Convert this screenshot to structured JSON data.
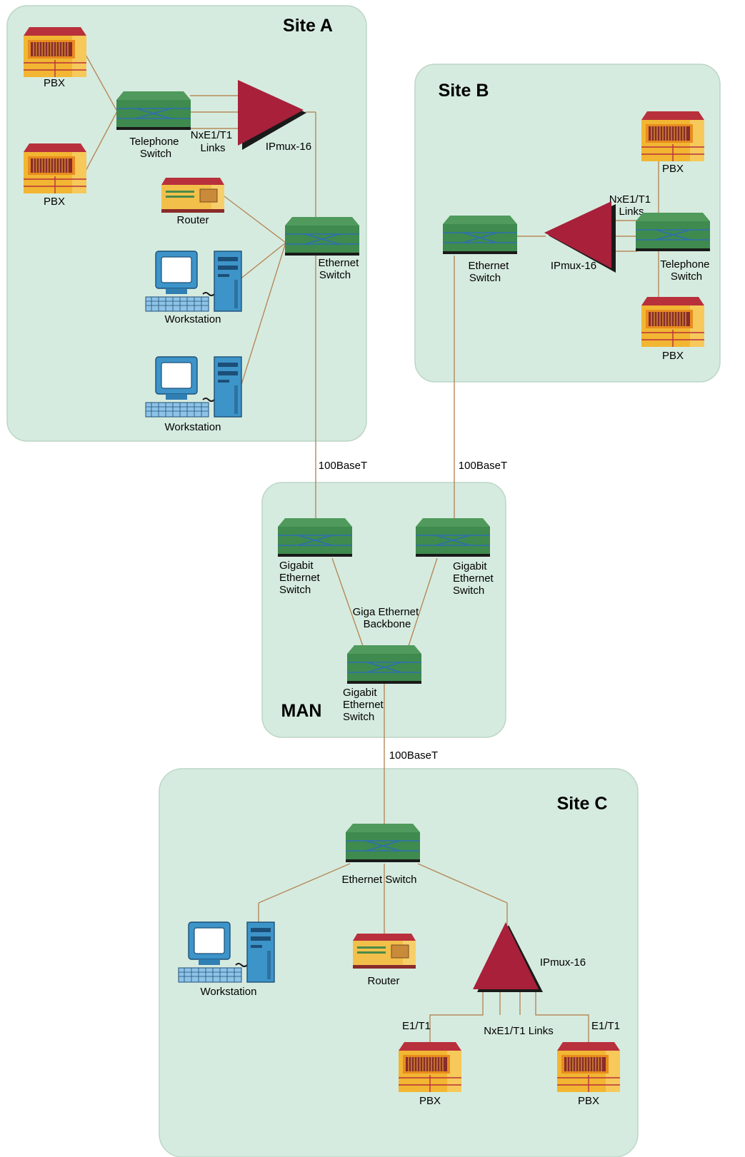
{
  "sites": {
    "site_a": {
      "title": "Site A"
    },
    "site_b": {
      "title": "Site B"
    },
    "man": {
      "title": "MAN"
    },
    "site_c": {
      "title": "Site C"
    }
  },
  "labels": {
    "pbx": "PBX",
    "telephone_switch": [
      "Telephone",
      "Switch"
    ],
    "nxe1_links": [
      "NxE1/T1",
      "Links"
    ],
    "ipmux": "IPmux-16",
    "router": "Router",
    "ethernet_switch": [
      "Ethernet",
      "Switch"
    ],
    "ethernet_switch_inline": "Ethernet Switch",
    "workstation": "Workstation",
    "link_100baset": "100BaseT",
    "gigabit_switch": [
      "Gigabit",
      "Ethernet",
      "Switch"
    ],
    "backbone": [
      "Giga Ethernet",
      "Backbone"
    ],
    "nxe1_links_inline": "NxE1/T1 Links",
    "e1t1": "E1/T1"
  },
  "colors": {
    "region_fill": "#d6ebdf",
    "region_stroke": "#bcd6c6",
    "link": "#b5895a",
    "switch": "#3f8a4e",
    "ipmux": "#a8203a",
    "pbx": "#f2b632",
    "workstation": "#3d94c8"
  }
}
